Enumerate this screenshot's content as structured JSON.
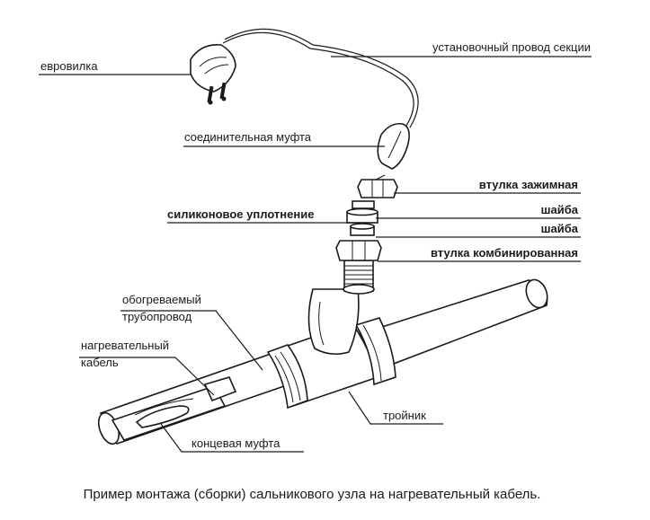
{
  "labels": {
    "eurovilka": "евровилка",
    "install_wire": "установочный провод секции",
    "connector_sleeve": "соединительная муфта",
    "clamp_sleeve": "втулка зажимная",
    "silicone_seal": "силиконовое  уплотнение",
    "washer_1": "шайба",
    "washer_2": "шайба",
    "combined_sleeve": "втулка комбинированная",
    "heated_pipe_line1": "обогреваемый",
    "heated_pipe_line2": "трубопровод",
    "heating_cable_line1": "нагревательный",
    "heating_cable_line2": "кабель",
    "tee": "тройник",
    "end_sleeve": "концевая муфта"
  },
  "caption": "Пример монтажа (сборки) сальникового узла на нагревательный кабель."
}
